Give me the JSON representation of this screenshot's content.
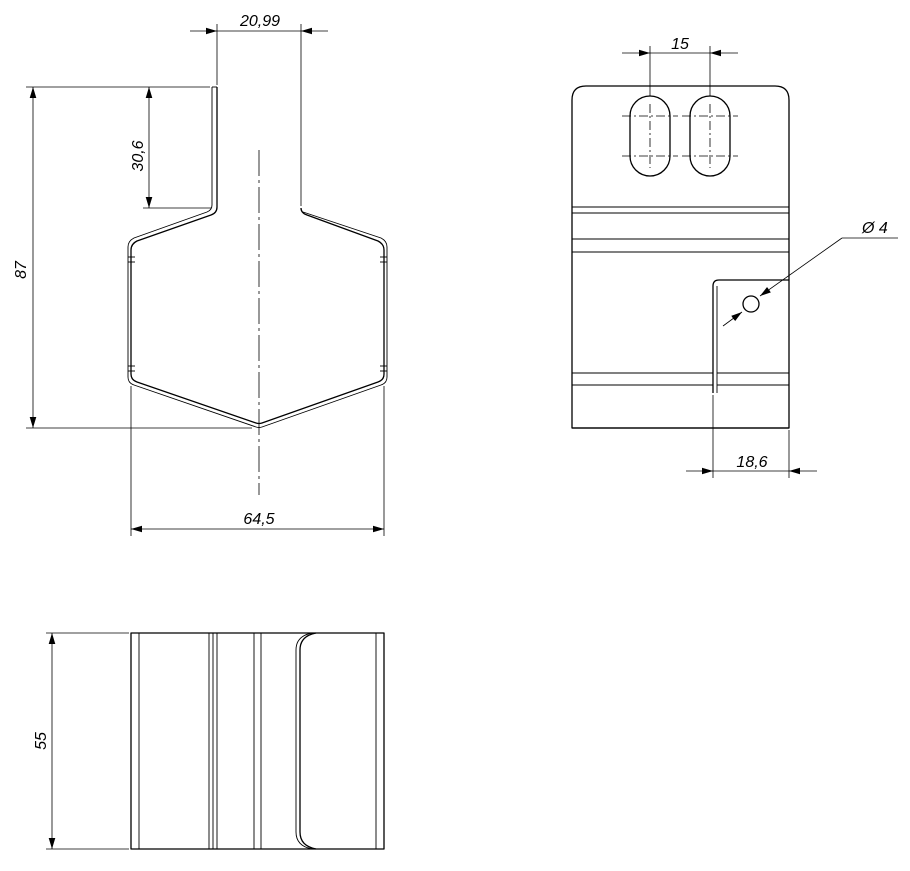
{
  "dimensions": {
    "neck_width": "20,99",
    "total_height": "87",
    "neck_height": "30,6",
    "total_width": "64,5",
    "depth": "55",
    "slot_spacing": "15",
    "hole_diameter": "Ø 4",
    "flap_width": "18,6"
  }
}
